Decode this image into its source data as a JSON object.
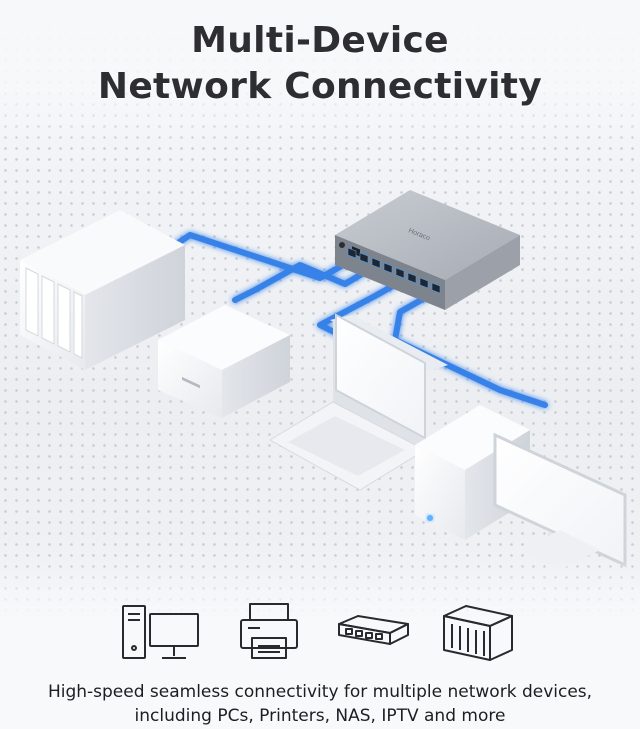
{
  "title": {
    "line1": "Multi-Device",
    "line2": "Network Connectivity"
  },
  "devices": {
    "switch_brand": "Horaco",
    "icons": [
      "desktop-pc-icon",
      "printer-icon",
      "network-switch-icon",
      "nas-icon"
    ]
  },
  "caption": {
    "line1": "High-speed seamless connectivity for multiple network devices,",
    "line2": "including PCs, Printers, NAS, IPTV and more"
  },
  "colors": {
    "accent_blue": "#2f7de8",
    "title_text": "#2e2e32",
    "background": "#eef0f4"
  }
}
